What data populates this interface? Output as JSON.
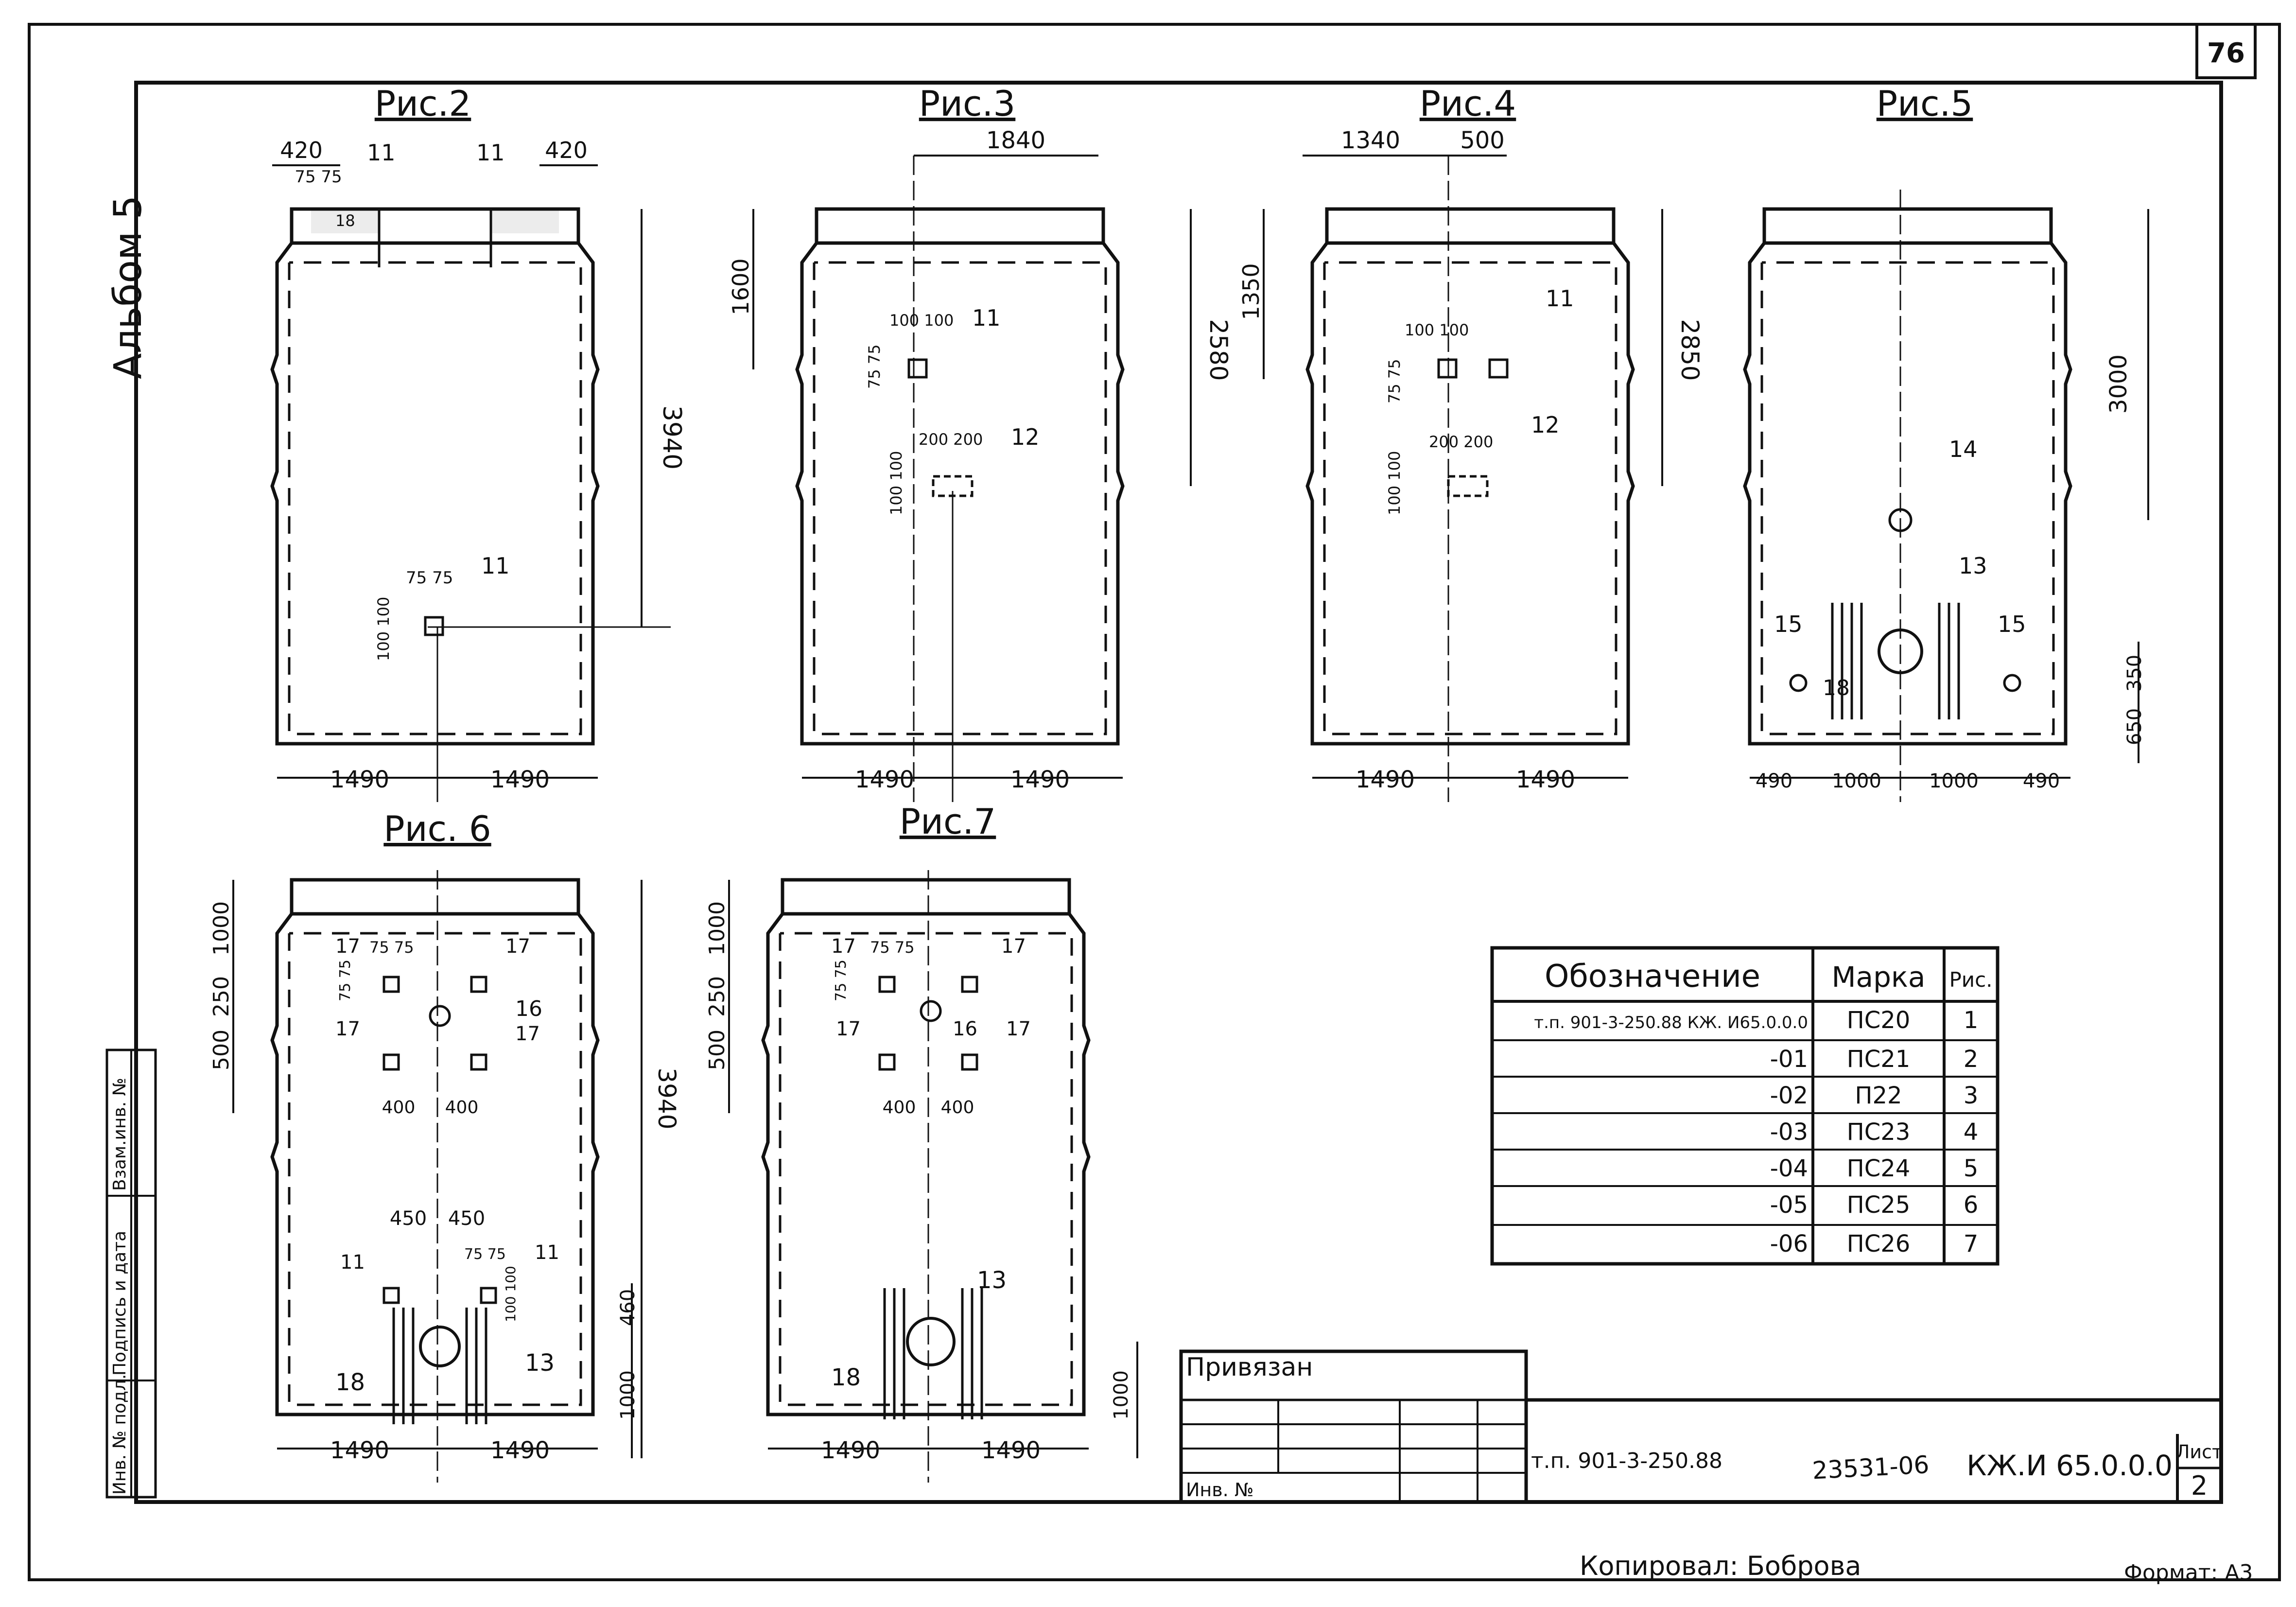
{
  "sheet": {
    "page_number": "76",
    "album": "Альбом 5",
    "copied_by": "Копировал: Боброва",
    "format": "Формат: А3",
    "side_stamp": [
      "Инв. № подл.",
      "Подпись и дата",
      "Взам.инв. №"
    ]
  },
  "figures": {
    "fig2": {
      "title": "Рис.2",
      "dims": {
        "top_left": "420",
        "top_left_sub": "75 75",
        "top_right": "420",
        "height": "3940",
        "bottom_left": "1490",
        "bottom_right": "1490",
        "opening": "75 75",
        "opening_v": "100 100"
      },
      "callouts": [
        "11",
        "11",
        "11"
      ],
      "mark_small": "18"
    },
    "fig3": {
      "title": "Рис.3",
      "dims": {
        "top": "1840",
        "left_h": "1600",
        "right_h": "2580",
        "o1_h": "100 100",
        "o1_v": "75 75",
        "o2_h": "200 200",
        "o2_v": "100 100",
        "bottom_left": "1490",
        "bottom_right": "1490"
      },
      "callouts": [
        "11",
        "12"
      ]
    },
    "fig4": {
      "title": "Рис.4",
      "dims": {
        "top_left": "1340",
        "top_right": "500",
        "left_h": "1350",
        "right_h": "2850",
        "o1_h": "100 100",
        "o1_v": "75 75",
        "o2_h": "200 200",
        "o2_v": "100 100",
        "bottom_left": "1490",
        "bottom_right": "1490"
      },
      "callouts": [
        "11",
        "12"
      ]
    },
    "fig5": {
      "title": "Рис.5",
      "dims": {
        "height": "3000",
        "r1": "350",
        "r2": "650",
        "b1": "490",
        "b2": "1000",
        "b3": "1000",
        "b4": "490"
      },
      "callouts": [
        "14",
        "13",
        "15",
        "15",
        "18"
      ]
    },
    "fig6": {
      "title": "Рис. 6",
      "dims": {
        "l1": "1000",
        "l2": "250",
        "l3": "500",
        "height": "3940",
        "o_top": "75 75",
        "o_v": "75 75",
        "h400a": "400",
        "h400b": "400",
        "h450a": "450",
        "h450b": "450",
        "o_small": "75 75",
        "o_small_v": "100 100",
        "r460": "460",
        "r1000": "1000",
        "bottom_left": "1490",
        "bottom_right": "1490"
      },
      "callouts": [
        "17",
        "17",
        "16",
        "17",
        "17",
        "11",
        "11",
        "13",
        "18"
      ]
    },
    "fig7": {
      "title": "Рис.7",
      "dims": {
        "l1": "1000",
        "l2": "250",
        "l3": "500",
        "o_top": "75 75",
        "o_v": "75 75",
        "h400a": "400",
        "h400b": "400",
        "r1000": "1000",
        "bottom_left": "1490",
        "bottom_right": "1490"
      },
      "callouts": [
        "17",
        "17",
        "17",
        "16",
        "17",
        "13",
        "18"
      ]
    }
  },
  "spec_table": {
    "headers": [
      "Обозначение",
      "Марка",
      "Рис."
    ],
    "rows": [
      {
        "designation": "т.п. 901-3-250.88 КЖ. И65.0.0.0",
        "mark": "ПС20",
        "fig": "1"
      },
      {
        "designation": "-01",
        "mark": "ПС21",
        "fig": "2"
      },
      {
        "designation": "-02",
        "mark": "П22",
        "fig": "3"
      },
      {
        "designation": "-03",
        "mark": "ПС23",
        "fig": "4"
      },
      {
        "designation": "-04",
        "mark": "ПС24",
        "fig": "5"
      },
      {
        "designation": "-05",
        "mark": "ПС25",
        "fig": "6"
      },
      {
        "designation": "-06",
        "mark": "ПС26",
        "fig": "7"
      }
    ]
  },
  "title_block": {
    "bound_label": "Привязан",
    "inv_label": "Инв. №",
    "project": "т.п. 901-3-250.88",
    "doc_code": "КЖ.И 65.0.0.0",
    "sheet_label": "Лист",
    "sheet_no": "2",
    "archive_no": "23531-06"
  },
  "colors": {
    "ink": "#111111",
    "paper": "#ffffff"
  }
}
